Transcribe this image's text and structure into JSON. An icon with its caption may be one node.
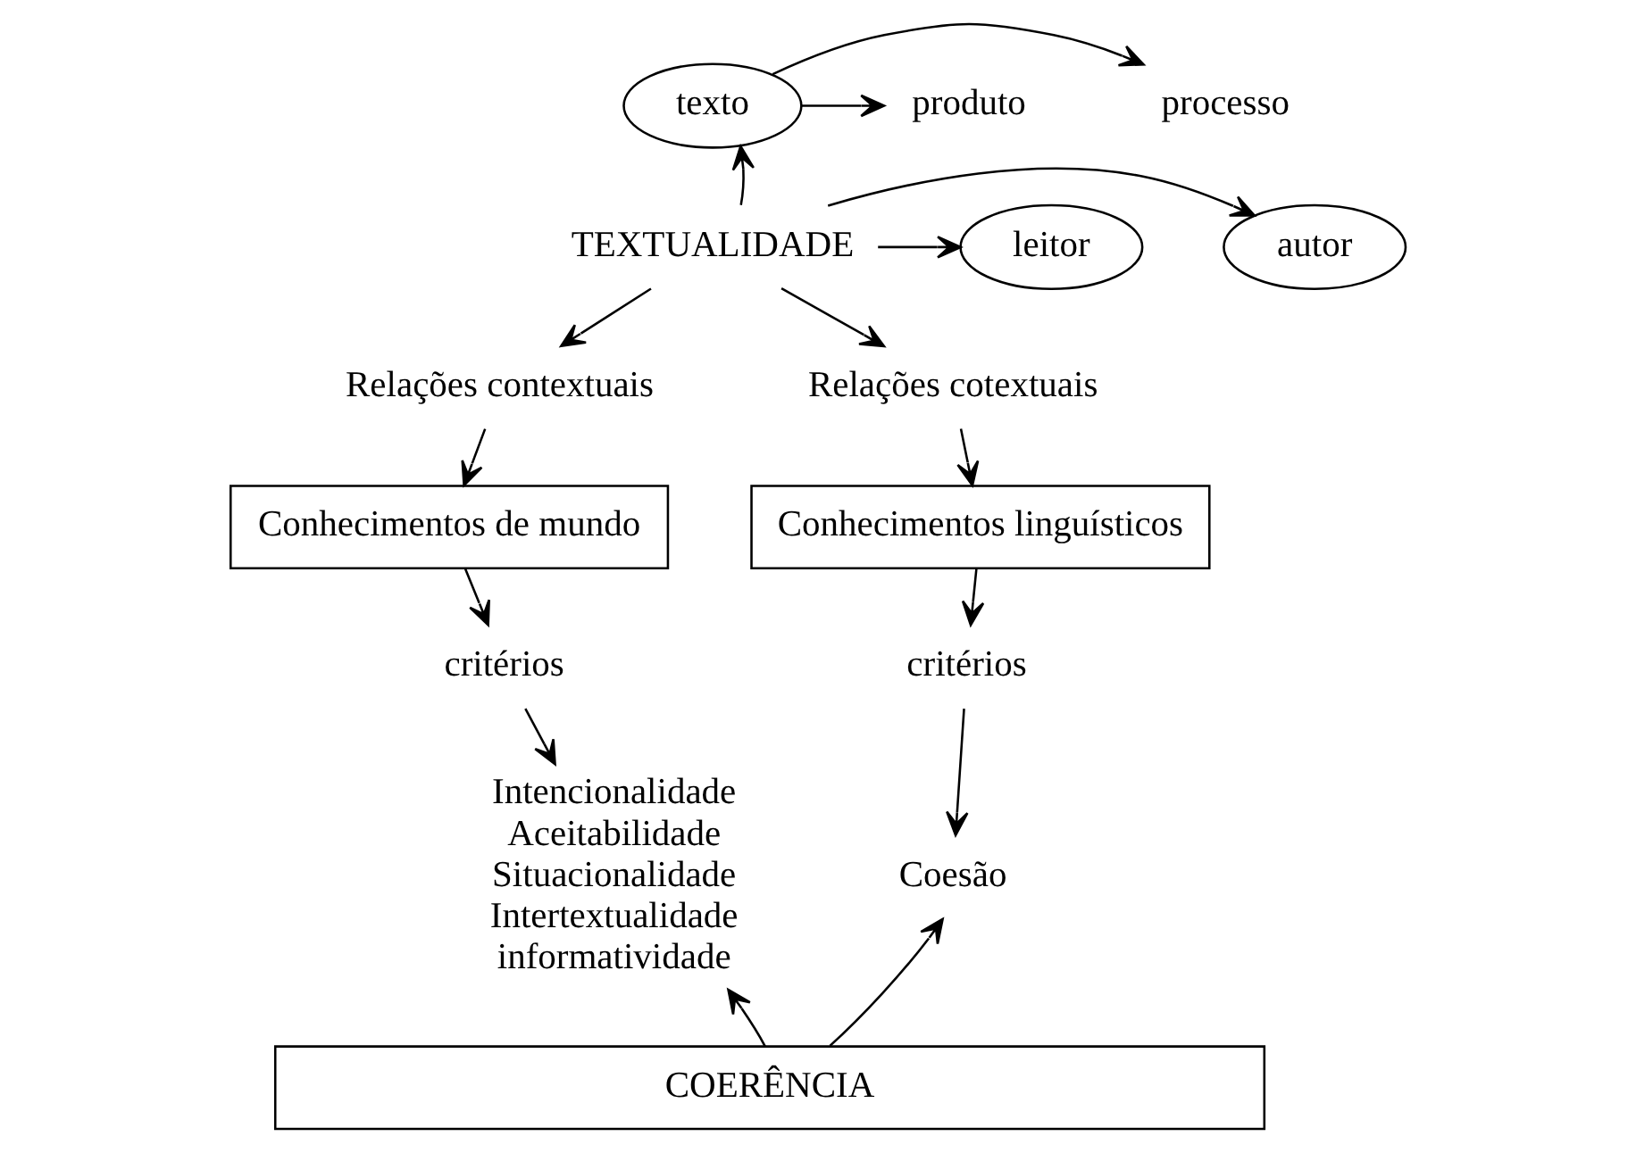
{
  "diagram": {
    "nodes": [
      {
        "text": [
          "processo"
        ]
      },
      {
        "text": [
          "texto"
        ]
      },
      {
        "text": [
          "produto"
        ]
      },
      {
        "text": [
          "autor"
        ]
      },
      {
        "text": [
          "TEXTUALIDADE"
        ]
      },
      {
        "text": [
          "leitor"
        ]
      },
      {
        "text": [
          "Relações contextuais"
        ]
      },
      {
        "text": [
          "Relações cotextuais"
        ]
      },
      {
        "text": [
          "Conhecimentos de mundo"
        ]
      },
      {
        "text": [
          "Conhecimentos linguísticos"
        ]
      },
      {
        "text": [
          "critérios"
        ]
      },
      {
        "text": [
          "critérios"
        ]
      },
      {
        "text": [
          "Intencionalidade",
          "Aceitabilidade",
          "Situacionalidade",
          "Intertextualidade",
          "informatividade"
        ]
      },
      {
        "text": [
          "Coesão"
        ]
      },
      {
        "text": [
          "COERÊNCIA"
        ]
      }
    ],
    "edges": [
      {
        "from": 4,
        "to": 1,
        "arrow": "to"
      },
      {
        "from": 1,
        "to": 0,
        "arrow": "to"
      },
      {
        "from": 1,
        "to": 2,
        "arrow": "to"
      },
      {
        "from": 4,
        "to": 3,
        "arrow": "to"
      },
      {
        "from": 4,
        "to": 5,
        "arrow": "to"
      },
      {
        "from": 4,
        "to": 6,
        "arrow": "to"
      },
      {
        "from": 4,
        "to": 7,
        "arrow": "to"
      },
      {
        "from": 6,
        "to": 8,
        "arrow": "to"
      },
      {
        "from": 7,
        "to": 9,
        "arrow": "to"
      },
      {
        "from": 8,
        "to": 10,
        "arrow": "to"
      },
      {
        "from": 9,
        "to": 11,
        "arrow": "to"
      },
      {
        "from": 10,
        "to": 12,
        "arrow": "to"
      },
      {
        "from": 11,
        "to": 13,
        "arrow": "to"
      },
      {
        "from": 14,
        "to": 12,
        "arrow": "to"
      },
      {
        "from": 14,
        "to": 13,
        "arrow": "to"
      }
    ]
  }
}
